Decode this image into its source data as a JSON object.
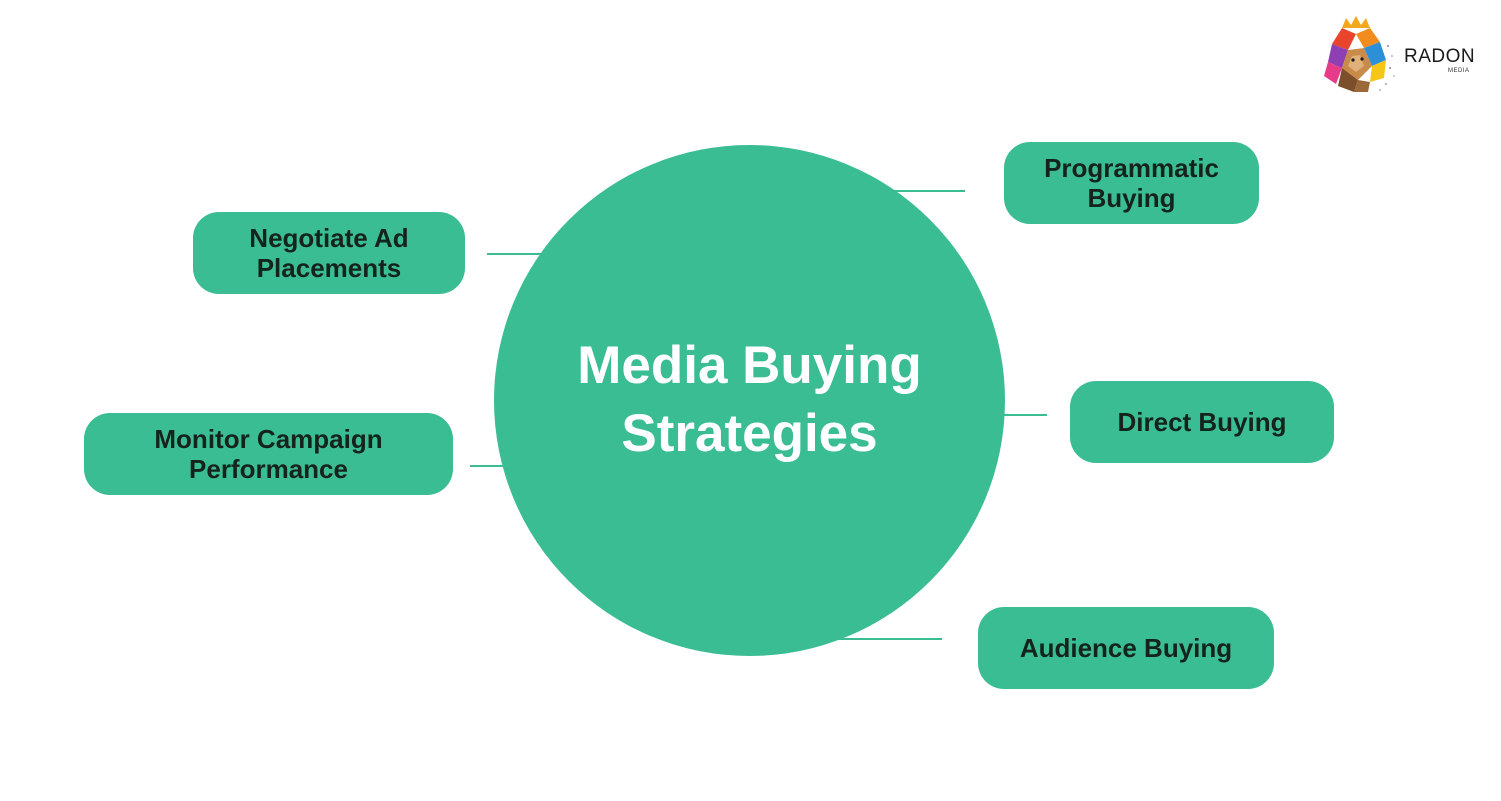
{
  "hub": {
    "title": "Media Buying\nStrategies",
    "color": "#3bbd94"
  },
  "nodes": {
    "negotiate": "Negotiate Ad\nPlacements",
    "monitor": "Monitor Campaign\nPerformance",
    "programmatic": "Programmatic\nBuying",
    "direct": "Direct Buying",
    "audience": "Audience Buying"
  },
  "logo": {
    "name": "RADON",
    "sub": "MEDIA",
    "icon": "lion-head-icon"
  },
  "colors": {
    "accent": "#3bbd94",
    "node_text": "#15231d",
    "hub_text": "#ffffff"
  }
}
